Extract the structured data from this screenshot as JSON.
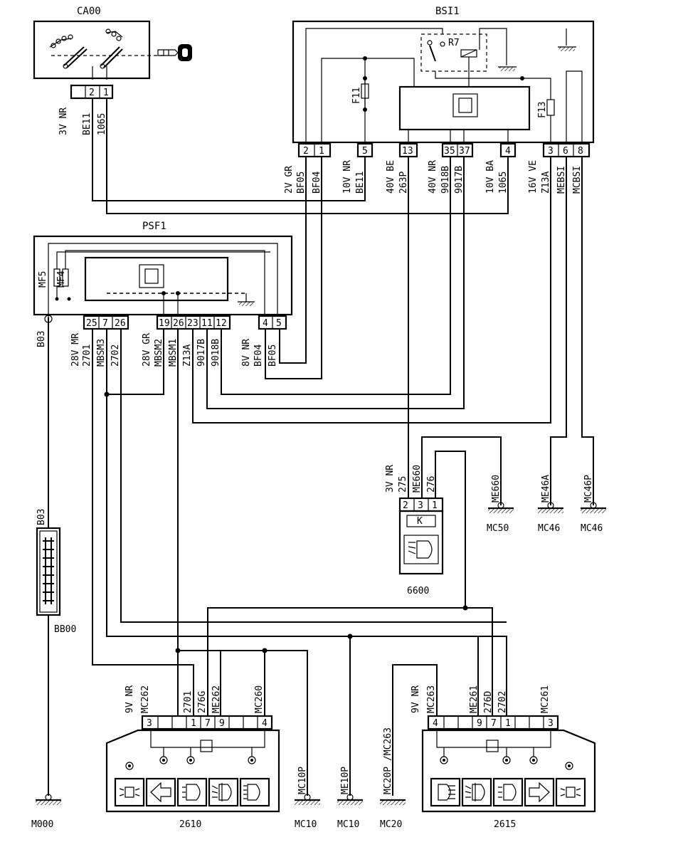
{
  "components": {
    "ca00": "CA00",
    "bsi1": "BSI1",
    "psf1": "PSF1",
    "c6600": "6600",
    "c2610": "2610",
    "c2615": "2615",
    "relay_r7": "R7",
    "fuse_f11": "F11",
    "fuse_f13": "F13",
    "fuse_mf5": "MF5",
    "fuse_mf4": "MF4"
  },
  "connectors": {
    "ca00": {
      "spec": "3V NR",
      "pins": [
        "",
        "2",
        "1"
      ],
      "wires": [
        "BE11",
        "1065"
      ]
    },
    "bsi1_a": {
      "spec": "2V GR",
      "pins": [
        "2",
        "1"
      ],
      "wires": [
        "BF05",
        "BF04"
      ]
    },
    "bsi1_b": {
      "spec": "10V NR",
      "pins": [
        "5"
      ],
      "wires": [
        "BE11"
      ]
    },
    "bsi1_c": {
      "spec": "40V BE",
      "pins": [
        "13"
      ],
      "wires": [
        "263P"
      ]
    },
    "bsi1_d": {
      "spec": "40V NR",
      "pins": [
        "35",
        "37"
      ],
      "wires": [
        "9018B",
        "9017B"
      ]
    },
    "bsi1_e": {
      "spec": "10V BA",
      "pins": [
        "4"
      ],
      "wires": [
        "1065"
      ]
    },
    "bsi1_f": {
      "spec": "16V VE",
      "pins": [
        "3",
        "6",
        "8"
      ],
      "wires": [
        "Z13A",
        "MEBSI",
        "MCBSI"
      ]
    },
    "psf1_a": {
      "spec": "28V MR",
      "pins": [
        "25",
        "7",
        "26"
      ],
      "wires": [
        "2701",
        "MBSM3",
        "2702"
      ]
    },
    "psf1_b": {
      "spec": "28V GR",
      "pins": [
        "19",
        "26",
        "23",
        "11",
        "12"
      ],
      "wires": [
        "MBSM2",
        "MBSM1",
        "Z13A",
        "9017B",
        "9018B"
      ]
    },
    "psf1_c": {
      "spec": "8V NR",
      "pins": [
        "4",
        "5"
      ],
      "wires": [
        "BF04",
        "BF05"
      ]
    },
    "c6600": {
      "spec": "3V NR",
      "pins": [
        "2",
        "3",
        "1"
      ],
      "wires": [
        "275",
        "ME660",
        "276"
      ]
    },
    "c2610": {
      "spec": "9V NR",
      "pins": [
        "3",
        "",
        "",
        "1",
        "7",
        "9",
        "",
        "4"
      ],
      "wires": [
        "MC262",
        "2701",
        "276G",
        "ME262",
        "MC260"
      ]
    },
    "c2615": {
      "spec": "9V NR",
      "pins": [
        "4",
        "",
        "",
        "9",
        "7",
        "1",
        "",
        "3"
      ],
      "wires": [
        "MC263",
        "ME261",
        "276D",
        "2702",
        "MC261"
      ]
    }
  },
  "grounds": {
    "b03_top": "B03",
    "b03_bottom": "B03",
    "bb00": "BB00",
    "m000": "M000",
    "me660": "ME660",
    "mc50": "MC50",
    "me46a": "ME46A",
    "mc46_a": "MC46",
    "mc46p": "MC46P",
    "mc46_b": "MC46",
    "mc10p": "MC10P",
    "mc10_a": "MC10",
    "me10p": "ME10P",
    "mc10_b": "MC10",
    "mc20p": "MC20P /MC263",
    "mc20": "MC20"
  }
}
